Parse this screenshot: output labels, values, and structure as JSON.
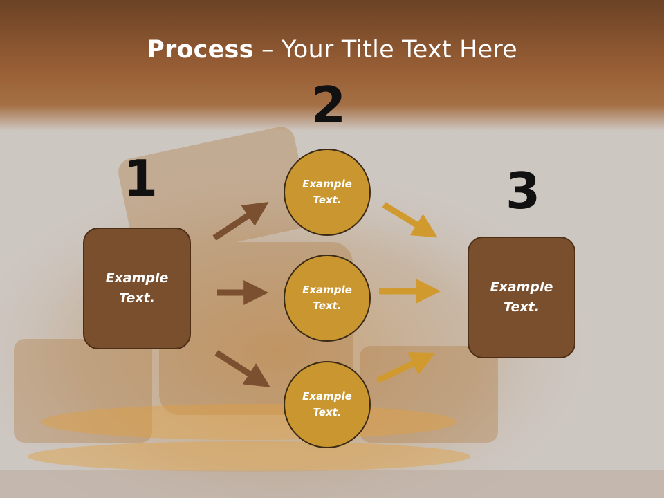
{
  "slide": {
    "title_bold": "Process",
    "title_rest": " – Your Title Text Here"
  },
  "numbers": {
    "n1": "1",
    "n2": "2",
    "n3": "3"
  },
  "left_box": {
    "line1": "Example",
    "line2": "Text."
  },
  "right_box": {
    "line1": "Example",
    "line2": "Text."
  },
  "circles": [
    {
      "line1": "Example",
      "line2": "Text."
    },
    {
      "line1": "Example",
      "line2": "Text."
    },
    {
      "line1": "Example",
      "line2": "Text."
    }
  ],
  "colors": {
    "header_band": "#8f5a30",
    "box_fill": "#7a4f2d",
    "circle_fill": "#c99630",
    "left_arrows": "#7a5030",
    "right_arrows": "#d19a2e"
  }
}
